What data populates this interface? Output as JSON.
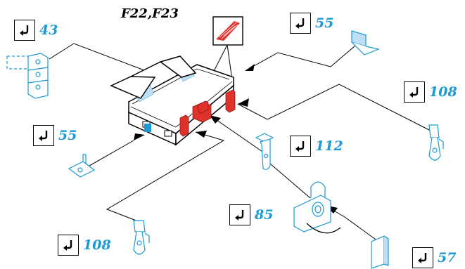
{
  "title": "F22,F23",
  "refs": [
    {
      "id": "r43",
      "number": "43"
    },
    {
      "id": "r55a",
      "number": "55"
    },
    {
      "id": "r108a",
      "number": "108"
    },
    {
      "id": "r55b",
      "number": "55"
    },
    {
      "id": "r112",
      "number": "112"
    },
    {
      "id": "r85",
      "number": "85"
    },
    {
      "id": "r108b",
      "number": "108"
    },
    {
      "id": "r57",
      "number": "57"
    }
  ],
  "icons": {
    "ref_arrow": "return-arrow-icon",
    "sealant": "sealant-hatch-icon"
  },
  "colors": {
    "accent_blue": "#1a9ad6",
    "part_blue": "#bfe0f4",
    "latch_red": "#e0312b",
    "line": "#000000"
  }
}
